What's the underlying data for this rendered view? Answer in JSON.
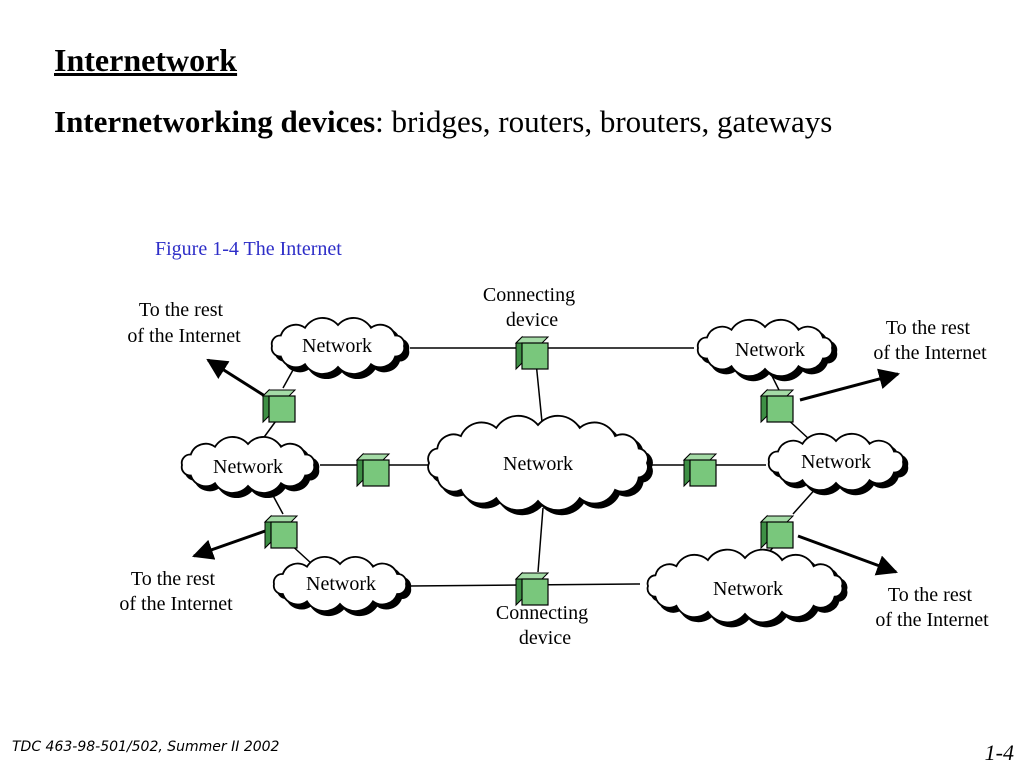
{
  "slide": {
    "title": "Internetwork",
    "subtitle_bold": "Internetworking devices",
    "subtitle_rest": ": bridges, routers, brouters, gateways",
    "figure_caption": "Figure  1-4 The Internet"
  },
  "diagram": {
    "network_label": "Network",
    "connecting_device_line1": "Connecting",
    "connecting_device_line2": "device",
    "rest_line1": "To the rest",
    "rest_line2": "of the Internet"
  },
  "footer": {
    "course": "TDC 463-98-501/502, Summer II 2002",
    "page": "1-4"
  },
  "colors": {
    "device_fill": "#79c77c",
    "device_dark": "#3e8f45",
    "caption": "#2e2ec8"
  }
}
